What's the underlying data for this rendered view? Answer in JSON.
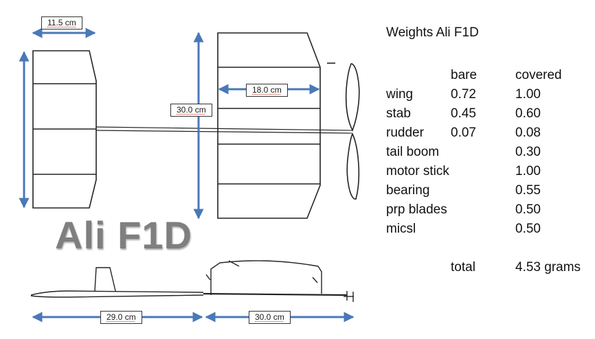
{
  "title_large": "Ali F1D",
  "dimensions": {
    "wing_chord": "11.5 cm",
    "wing_span": "30.0 cm",
    "stab_chord": "18.0 cm",
    "front_length": "29.0 cm",
    "rear_length": "30.0 cm"
  },
  "weights": {
    "title": "Weights Ali F1D",
    "col_bare": "bare",
    "col_covered": "covered",
    "rows": [
      {
        "name": "wing",
        "bare": "0.72",
        "covered": "1.00"
      },
      {
        "name": "stab",
        "bare": "0.45",
        "covered": "0.60"
      },
      {
        "name": "rudder",
        "bare": "0.07",
        "covered": "0.08"
      },
      {
        "name": "tail boom",
        "bare": "",
        "covered": "0.30"
      },
      {
        "name": "motor stick",
        "bare": "",
        "covered": "1.00"
      },
      {
        "name": "bearing",
        "bare": "",
        "covered": "0.55"
      },
      {
        "name": "prp blades",
        "bare": "",
        "covered": "0.50"
      },
      {
        "name": "micsl",
        "bare": "",
        "covered": "0.50"
      }
    ],
    "total_label": "total",
    "total_value": "4.53 grams"
  },
  "colors": {
    "arrow": "#4a78b8",
    "line": "#222222",
    "title": "#7f7f7f"
  }
}
